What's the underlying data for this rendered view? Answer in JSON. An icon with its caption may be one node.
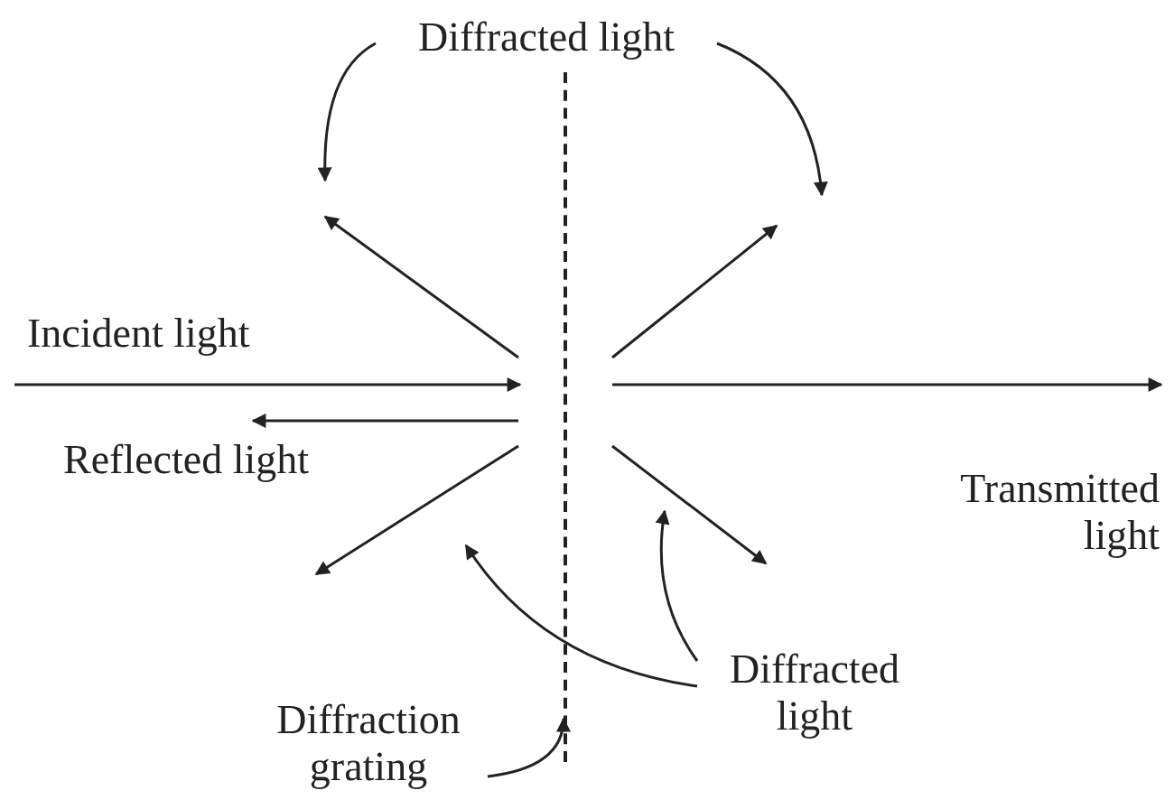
{
  "diagram": {
    "nodes": [
      {
        "text": [],
        "shape": "line"
      },
      {
        "text": [
          "Diffracted light"
        ]
      },
      {
        "text": [
          "Diffracted light"
        ]
      },
      {
        "text": [
          "Diffraction grating"
        ]
      }
    ],
    "edges": [
      {
        "from": null,
        "to": 0,
        "arrow": "to",
        "label": "Incident light"
      },
      {
        "from": 0,
        "to": null,
        "arrow": "to",
        "label": "Reflected light"
      },
      {
        "from": 0,
        "to": null,
        "arrow": "to",
        "label": "Transmitted light"
      },
      {
        "from": 0,
        "to": null,
        "arrow": "to"
      },
      {
        "from": 0,
        "to": null,
        "arrow": "to"
      },
      {
        "from": 0,
        "to": null,
        "arrow": "to"
      },
      {
        "from": 0,
        "to": null,
        "arrow": "to"
      },
      {
        "from": 1,
        "to": null,
        "arrow": "to"
      },
      {
        "from": 1,
        "to": null,
        "arrow": "to"
      },
      {
        "from": 2,
        "to": null,
        "arrow": "to"
      },
      {
        "from": 2,
        "to": null,
        "arrow": "to"
      },
      {
        "from": 3,
        "to": 0,
        "arrow": "to"
      }
    ]
  }
}
